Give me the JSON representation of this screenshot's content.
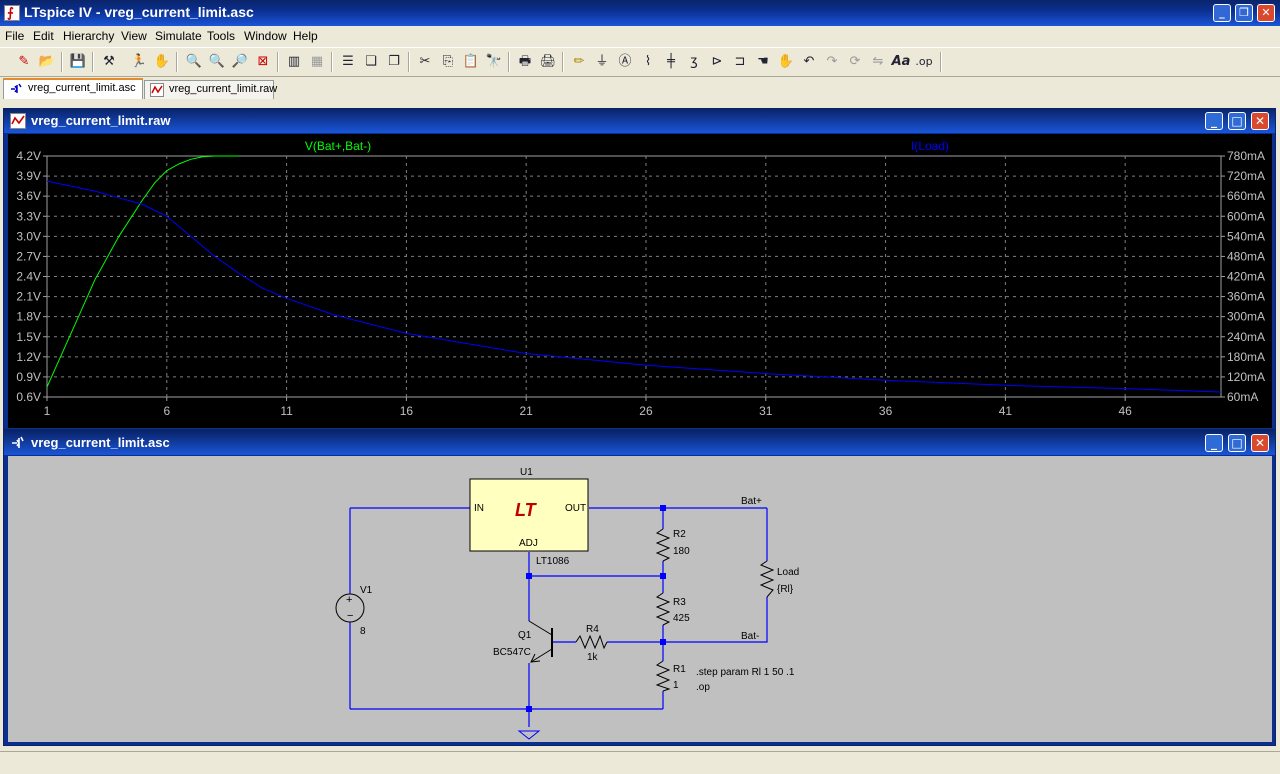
{
  "window": {
    "title": "LTspice IV - vreg_current_limit.asc",
    "icon": "ltspice-logo-icon"
  },
  "menu": [
    "File",
    "Edit",
    "Hierarchy",
    "View",
    "Simulate",
    "Tools",
    "Window",
    "Help"
  ],
  "tabs": [
    {
      "label": "vreg_current_limit.asc",
      "icon": "schematic-icon",
      "active": true
    },
    {
      "label": "vreg_current_limit.raw",
      "icon": "waveform-icon",
      "active": false
    }
  ],
  "plot_window": {
    "title": "vreg_current_limit.raw"
  },
  "schematic_window": {
    "title": "vreg_current_limit.asc"
  },
  "chart_data": {
    "type": "line",
    "background": "#000000",
    "grid": true,
    "x_ticks": [
      "1",
      "6",
      "11",
      "16",
      "21",
      "26",
      "31",
      "36",
      "41",
      "46"
    ],
    "xlim": [
      1,
      50
    ],
    "y_left_ticks": [
      "4.2V",
      "3.9V",
      "3.6V",
      "3.3V",
      "3.0V",
      "2.7V",
      "2.4V",
      "2.1V",
      "1.8V",
      "1.5V",
      "1.2V",
      "0.9V",
      "0.6V"
    ],
    "y_left_lim": [
      0.6,
      4.2
    ],
    "y_right_ticks": [
      "780mA",
      "720mA",
      "660mA",
      "600mA",
      "540mA",
      "480mA",
      "420mA",
      "360mA",
      "300mA",
      "240mA",
      "180mA",
      "120mA",
      "60mA"
    ],
    "y_right_lim": [
      60,
      780
    ],
    "series": [
      {
        "name": "V(Bat+,Bat-)",
        "color": "#00ff00",
        "axis": "left",
        "x": [
          1,
          2,
          3,
          4,
          5,
          5.5,
          6,
          6.5,
          7,
          7.5,
          8,
          8.5,
          9
        ],
        "y": [
          0.75,
          1.55,
          2.35,
          3.0,
          3.55,
          3.8,
          3.98,
          4.08,
          4.15,
          4.19,
          4.2,
          4.2,
          4.2
        ]
      },
      {
        "name": "I(Load)",
        "color": "#0000ff",
        "axis": "right",
        "x": [
          1,
          2,
          3,
          4,
          5,
          6,
          7,
          8,
          9,
          10,
          11,
          13,
          16,
          21,
          26,
          31,
          36,
          41,
          46,
          50
        ],
        "y": [
          705,
          690,
          675,
          655,
          635,
          600,
          540,
          480,
          430,
          385,
          355,
          305,
          250,
          190,
          155,
          130,
          110,
          95,
          85,
          75
        ]
      }
    ]
  },
  "schematic": {
    "u1": {
      "ref": "U1",
      "part": "LT1086",
      "pin_in": "IN",
      "pin_out": "OUT",
      "pin_adj": "ADJ",
      "logo": "LT"
    },
    "v1": {
      "ref": "V1",
      "value": "8"
    },
    "r2": {
      "ref": "R2",
      "value": "180"
    },
    "r3": {
      "ref": "R3",
      "value": "425"
    },
    "r1": {
      "ref": "R1",
      "value": "1"
    },
    "r4": {
      "ref": "R4",
      "value": "1k"
    },
    "q1": {
      "ref": "Q1",
      "part": "BC547C"
    },
    "load": {
      "ref": "Load",
      "value": "{Rl}"
    },
    "net_batp": "Bat+",
    "net_batm": "Bat-",
    "directive_step": ".step param Rl 1 50 .1",
    "directive_op": ".op",
    "wire_color": "#0000ff",
    "body_color": "#ffffc0"
  }
}
